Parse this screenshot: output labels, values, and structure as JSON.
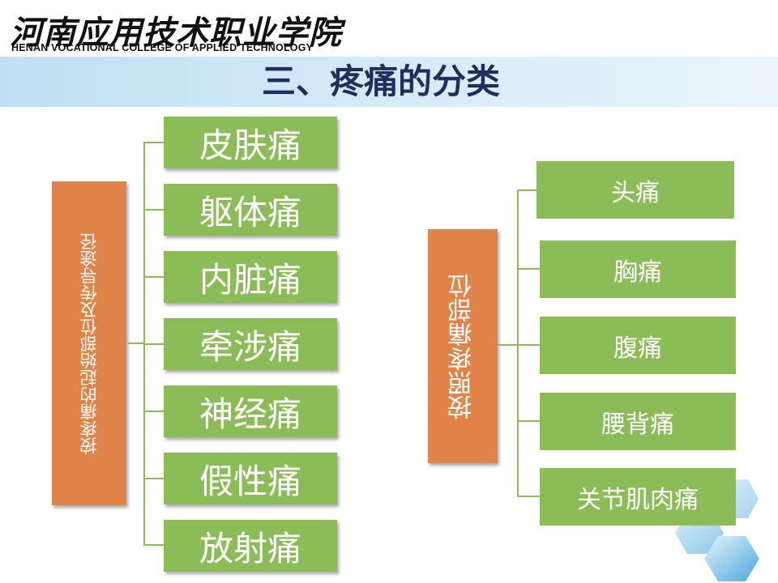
{
  "header": {
    "logo_cn": "河南应用技术职业学院",
    "logo_en": "HENAN VOCATIONAL COLLEGE OF APPLIED TECHNOLOGY"
  },
  "title": "三、疼痛的分类",
  "left_group": {
    "category": "按疼痛的起始部位及传导途径",
    "items": [
      "皮肤痛",
      "躯体痛",
      "内脏痛",
      "牵涉痛",
      "神经痛",
      "假性痛",
      "放射痛"
    ]
  },
  "right_group": {
    "category": "按照疼痛部位",
    "items": [
      "头痛",
      "胸痛",
      "腹痛",
      "腰背痛",
      "关节肌肉痛"
    ]
  },
  "colors": {
    "category_box": "#e0844a",
    "item_box": "#8cbc58",
    "title_text": "#1f2e5a",
    "title_band": "#cfe7f6"
  }
}
